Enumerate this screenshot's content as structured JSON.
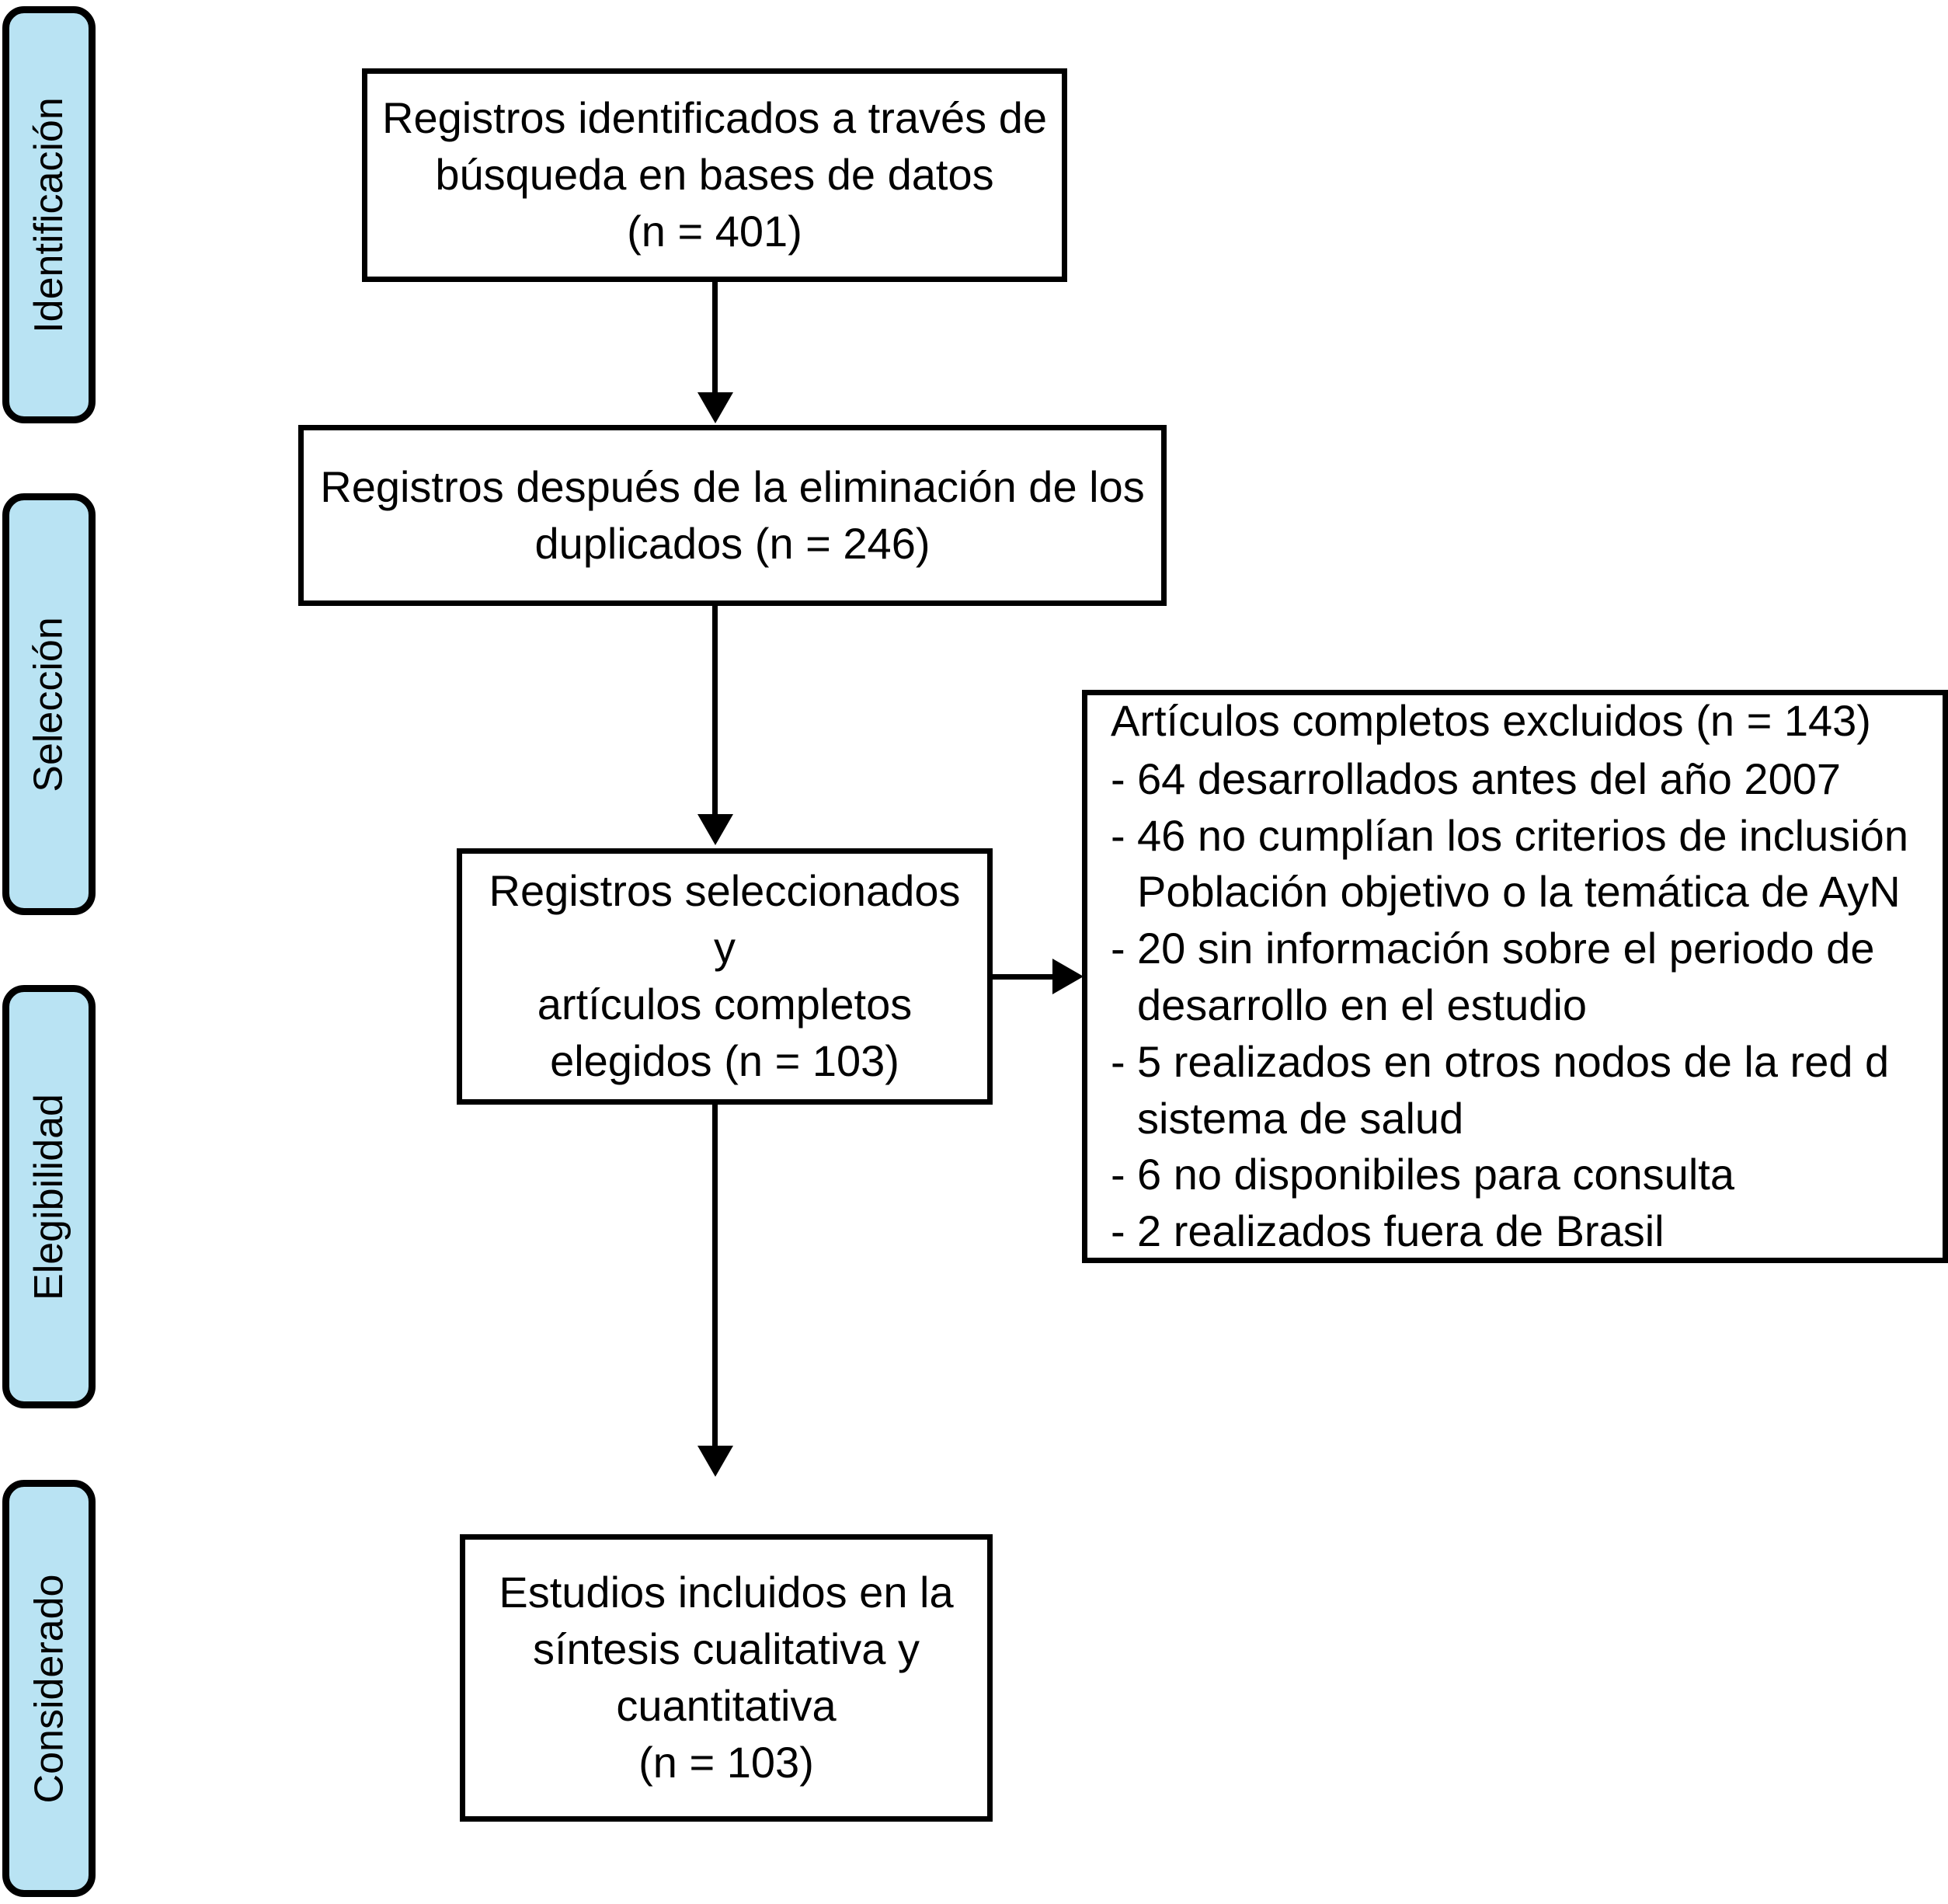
{
  "diagram": {
    "type": "prisma-flow-diagram",
    "language": "es",
    "accent_color": "#b9e3f3",
    "line_color": "#000000",
    "stages": [
      {
        "id": "identificacion",
        "label": "Identificación"
      },
      {
        "id": "seleccion",
        "label": "Selección"
      },
      {
        "id": "elegibilidad",
        "label": "Elegibilidad"
      },
      {
        "id": "considerado",
        "label": "Considerado"
      }
    ],
    "boxes": {
      "identified": {
        "text": "Registros identificados a través de\nbúsqueda en bases de datos\n(n = 401)",
        "n": 401
      },
      "after_duplicates": {
        "text": "Registros después de la eliminación de los\nduplicados (n = 246)",
        "n": 246
      },
      "screened": {
        "text": "Registros seleccionados y\nartículos completos\nelegidos (n = 103)",
        "n": 103
      },
      "excluded": {
        "title": "Artículos completos excluidos (n = 143)",
        "n": 143,
        "items": [
          "64 desarrollados antes del año 2007",
          "46 no cumplían los criterios de inclusión\nPoblación objetivo o la temática de AyN",
          "20 sin información sobre el periodo de\ndesarrollo en el estudio",
          "5 realizados en otros nodos de la red d\nsistema de salud",
          "6 no disponibiles para consulta",
          "2 realizados fuera de Brasil"
        ]
      },
      "included": {
        "text": "Estudios incluidos en la\nsíntesis cualitativa y\ncuantitativa\n(n = 103)",
        "n": 103
      }
    }
  }
}
